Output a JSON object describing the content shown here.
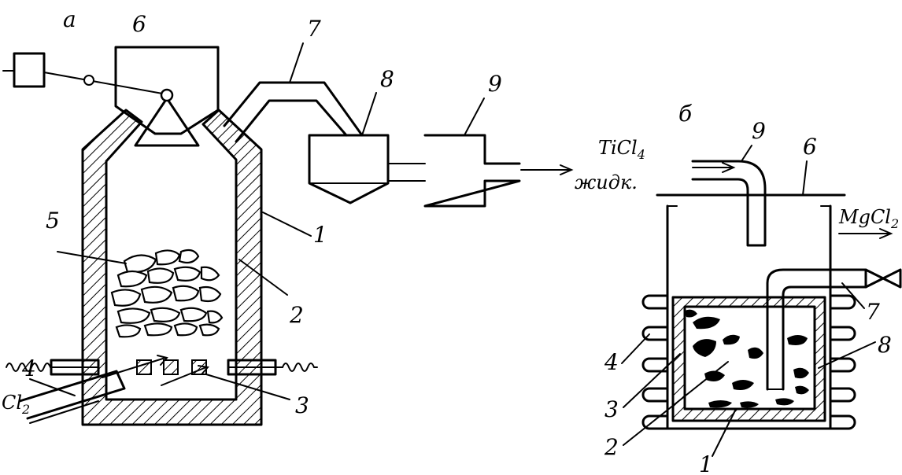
{
  "diagram_a": {
    "panel_label": "a",
    "gas_input": {
      "formula": "Cl",
      "subscript": "2"
    },
    "parts": {
      "p1": "1",
      "p2": "2",
      "p3": "3",
      "p4": "4",
      "p5": "5",
      "p6": "6",
      "p7": "7",
      "p8": "8",
      "p9": "9"
    }
  },
  "diagram_b": {
    "panel_label": "б",
    "input": {
      "formula": "TiCl",
      "subscript": "4",
      "state": "жидк."
    },
    "output": {
      "formula": "MgCl",
      "subscript": "2"
    },
    "parts": {
      "p1": "1",
      "p2": "2",
      "p3": "3",
      "p4": "4",
      "p6": "6",
      "p7": "7",
      "p8": "8",
      "p9": "9"
    }
  }
}
